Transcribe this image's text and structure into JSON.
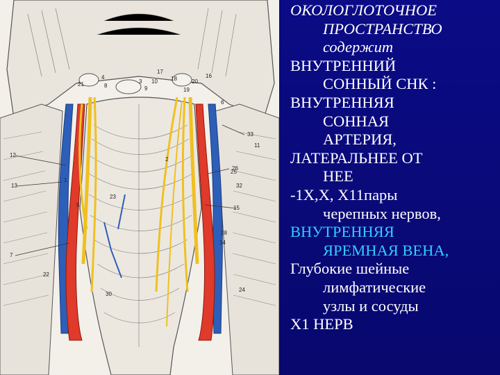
{
  "slide": {
    "title_lines": [
      "ОКОЛОГЛОТОЧНОЕ",
      "ПРОСТРАНСТВО",
      "содержит"
    ],
    "items": [
      {
        "lines": [
          "ВНУТРЕННИЙ",
          "СОННЫЙ СНК :"
        ],
        "color": "#ffffff"
      },
      {
        "lines": [
          "ВНУТРЕННЯЯ",
          "СОННАЯ",
          "АРТЕРИЯ,"
        ],
        "color": "#ffffff"
      },
      {
        "lines": [
          "ЛАТЕРАЛЬНЕЕ ОТ",
          "НЕЕ"
        ],
        "color": "#ffffff"
      },
      {
        "lines": [
          "-1Х,Х, Х11пары",
          "черепных нервов,"
        ],
        "color": "#ffffff"
      },
      {
        "lines": [
          "ВНУТРЕННЯЯ",
          "ЯРЕМНАЯ ВЕНА,"
        ],
        "color": "#33ccff"
      },
      {
        "lines": [
          "Глубокие шейные",
          "лимфатические",
          "узлы и сосуды"
        ],
        "color": "#ffffff"
      },
      {
        "lines": [
          "Х1 НЕРВ"
        ],
        "color": "#ffffff"
      }
    ]
  },
  "figure_labels": [
    "21",
    "4",
    "8",
    "17",
    "3",
    "9",
    "10",
    "18",
    "19",
    "20",
    "16",
    "2",
    "1",
    "6",
    "33",
    "11",
    "12",
    "13",
    "26",
    "25",
    "5",
    "23",
    "15",
    "28",
    "14",
    "7",
    "22",
    "24",
    "30",
    "32"
  ],
  "colors": {
    "background": "#0a0a7a",
    "text": "#ffffff",
    "accent": "#33ccff",
    "artery": "#e03a2a",
    "vein": "#2d5fb8",
    "nerve": "#f0c020"
  }
}
